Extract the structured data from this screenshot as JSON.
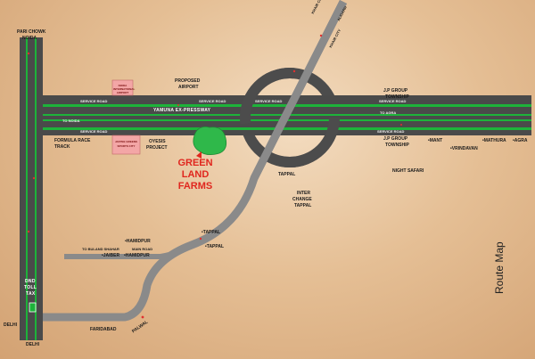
{
  "labels": {
    "pari_chowk": "PARI CHOWK",
    "noida": "NOIDA",
    "proposed_airport_1": "PROPOSED",
    "proposed_airport_2": "AIRPORT",
    "formula_race_1": "FORMULA RACE",
    "formula_race_2": "TRACK",
    "oyesis_1": "OYESIS",
    "oyesis_2": "PROJECT",
    "green_land_1": "GREEN LAND",
    "green_land_2": "FARMS",
    "tappal": "TAPPAL",
    "interchange_1": "INTER",
    "interchange_2": "CHANGE",
    "interchange_3": "TAPPAL",
    "jp_group_top_1": "J.P GROUP",
    "jp_group_top_2": "TOWNSHIP",
    "jp_group_bottom_1": "J.P GROUP",
    "jp_group_bottom_2": "TOWNSHIP",
    "mant": "MANT",
    "vrindavan": "VRINDAVAN",
    "mathura": "MATHURA",
    "agra": "AGRA",
    "night_safari": "NIGHT SAFARI",
    "hamidpur_1": "HAMIDPUR",
    "to_buland_shahar": "TO BULAND SHAHAR",
    "main_road": "MAIN ROAD",
    "jaiber": "JAIBER",
    "hamidpur_2": "HAMIDPUR",
    "tappal_road_1": "TAPPAL",
    "tappal_road_2": "TAPPAL",
    "dnd_1": "DND",
    "dnd_2": "TOLL",
    "dnd_3": "TAX",
    "delhi_side": "DELHI",
    "delhi_bottom": "DELHI",
    "faridabad": "FARIDABAD",
    "palwal": "PALWAL",
    "khair_city_1": "KHAIR CITY",
    "khair_city_2": "KHAIR CITY",
    "aligarh": "ALIGARH",
    "route_map": "Route Map"
  },
  "roads": {
    "yamuna_expressway": "YAMUNA EX-PRESSWAY",
    "service_road": "SERVICE ROAD",
    "to_noida": "TO NOIDA",
    "to_agra": "TO AGRA"
  },
  "boxes": {
    "airport_box": "NOIDA INTERNATIONAL AIRPORT",
    "sports_box_1": "JAYPEE GREENS",
    "sports_box_2": "SPORTS CITY"
  },
  "colors": {
    "road": "#4a4a4a",
    "median": "#1db33a",
    "accent": "#e0261e",
    "farm": "#2fb84a",
    "box_fill": "#f3a6a6"
  }
}
